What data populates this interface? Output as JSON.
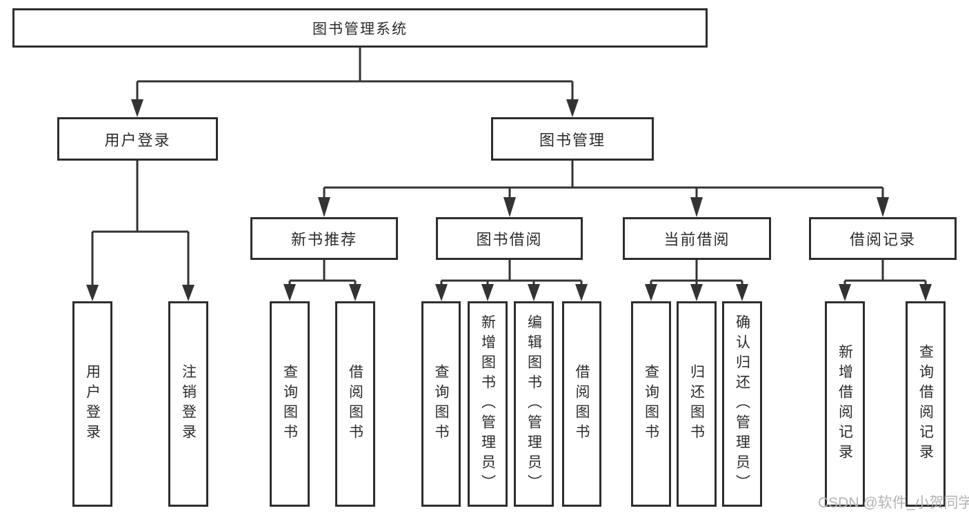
{
  "diagram": {
    "title": "图书管理系统",
    "branches": {
      "user_login": {
        "label": "用户登录",
        "children": [
          "用户登录",
          "注销登录"
        ]
      },
      "book_management": {
        "label": "图书管理",
        "children": {
          "new_book_recommend": {
            "label": "新书推荐",
            "children": [
              "查询图书",
              "借阅图书"
            ]
          },
          "book_borrow": {
            "label": "图书借阅",
            "children": [
              "查询图书",
              "新增图书（管理员）",
              "编辑图书（管理员）",
              "借阅图书"
            ]
          },
          "current_borrow": {
            "label": "当前借阅",
            "children": [
              "查询图书",
              "归还图书",
              "确认归还（管理员）"
            ]
          },
          "borrow_record": {
            "label": "借阅记录",
            "children": [
              "新增借阅记录",
              "查询借阅记录"
            ]
          }
        }
      }
    }
  },
  "watermark": "CSDN @软件_小贺同学",
  "colors": {
    "line": "#333333",
    "box_border": "#2d2d2d",
    "box_fill": "#ffffff",
    "text": "#2b2b2b",
    "watermark_text": "#b3b3b3",
    "background": "#ffffff"
  }
}
